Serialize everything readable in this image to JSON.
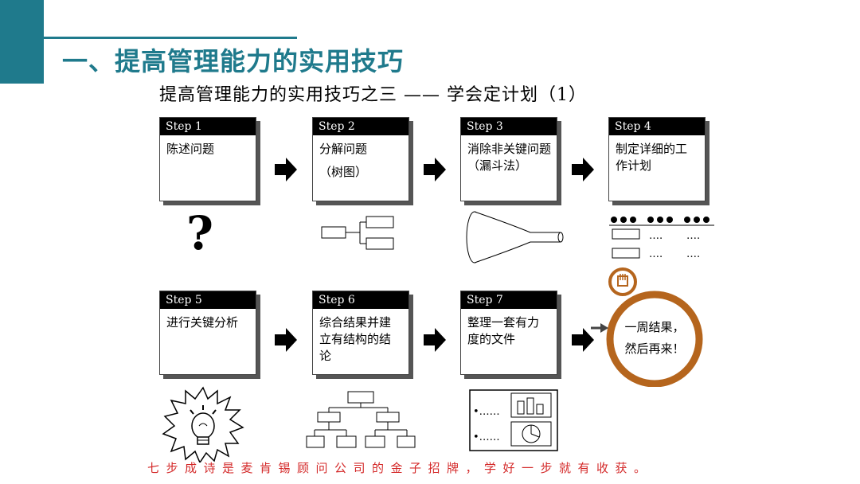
{
  "title": "一、提高管理能力的实用技巧",
  "subtitle": "提高管理能力的实用技巧之三 —— 学会定计划（1）",
  "steps": [
    {
      "label": "Step 1",
      "text": "陈述问题"
    },
    {
      "label": "Step 2",
      "text": "分解问题",
      "text2": "（树图）"
    },
    {
      "label": "Step 3",
      "text": "消除非关键问题（漏斗法）"
    },
    {
      "label": "Step 4",
      "text": "制定详细的工作计划"
    },
    {
      "label": "Step 5",
      "text": "进行关键分析"
    },
    {
      "label": "Step 6",
      "text": "综合结果并建立有结构的结论"
    },
    {
      "label": "Step 7",
      "text": "整理一套有力度的文件"
    }
  ],
  "question_mark": "?",
  "plan_dots": "….",
  "doc_dots": "•……",
  "stopwatch": {
    "line1": "一周结果，",
    "line2": "然后再来！"
  },
  "footer": "七步成诗是麦肯锡顾问公司的金子招牌，学好一步就有收获。",
  "colors": {
    "accent": "#1f7a8c",
    "footer": "#d42a2a",
    "stopwatch": "#b5651d"
  }
}
